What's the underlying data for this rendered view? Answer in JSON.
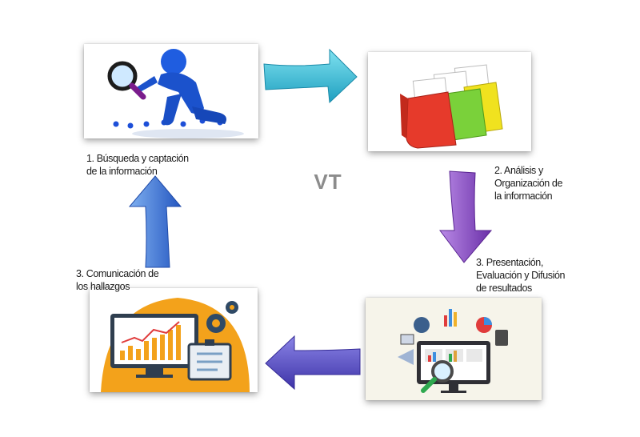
{
  "center_label": "VT",
  "steps": [
    {
      "caption": "1. Búsqueda y captación\nde la información",
      "icon": "magnifier-figure-icon"
    },
    {
      "caption": "2. Análisis y\nOrganización de\nla información",
      "icon": "folders-icon"
    },
    {
      "caption": "3. Presentación,\nEvaluación y Difusión\nde resultados",
      "icon": "analytics-report-icon"
    },
    {
      "caption": "3. Comunicación  de\nlos hallazgos",
      "icon": "dashboard-communication-icon"
    }
  ],
  "arrows": [
    {
      "direction": "right",
      "color": "#3ec6dc"
    },
    {
      "direction": "down",
      "color": "#8b4fc2"
    },
    {
      "direction": "left",
      "color": "#5b4fc0"
    },
    {
      "direction": "up",
      "color": "#3a6fd0"
    }
  ]
}
